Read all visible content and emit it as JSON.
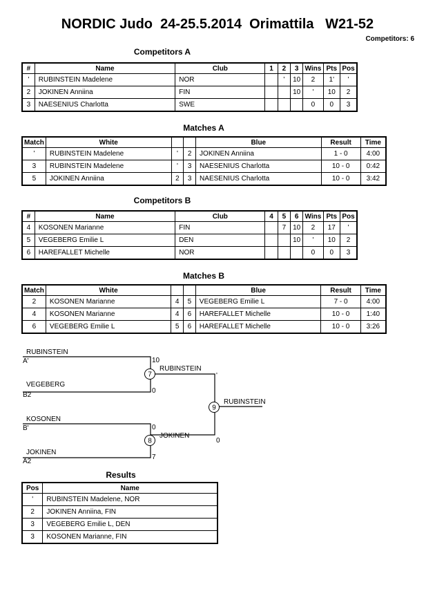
{
  "header": {
    "title": "NORDIC Judo  24-25.5.2014  Orimattila   W21-52",
    "competitors_count": "Competitors: 6"
  },
  "competitors_a": {
    "title": "Competitors A",
    "columns": [
      "#",
      "Name",
      "Club",
      "1",
      "2",
      "3",
      "Wins",
      "Pts",
      "Pos"
    ],
    "rows": [
      [
        "'",
        "RUBINSTEIN Madelene",
        "NOR",
        "",
        "'",
        "10",
        "2",
        "1'",
        "'"
      ],
      [
        "2",
        "JOKINEN Anniina",
        "FIN",
        "",
        "",
        "10",
        "'",
        "10",
        "2"
      ],
      [
        "3",
        "NAESENIUS Charlotta",
        "SWE",
        "",
        "",
        "",
        "0",
        "0",
        "3"
      ]
    ]
  },
  "matches_a": {
    "title": "Matches A",
    "columns": [
      "Match",
      "White",
      "",
      "",
      "Blue",
      "Result",
      "Time"
    ],
    "rows": [
      [
        "'",
        "RUBINSTEIN Madelene",
        "'",
        "2",
        "JOKINEN Anniina",
        "1 - 0",
        "4:00"
      ],
      [
        "3",
        "RUBINSTEIN Madelene",
        "'",
        "3",
        "NAESENIUS Charlotta",
        "10 - 0",
        "0:42"
      ],
      [
        "5",
        "JOKINEN Anniina",
        "2",
        "3",
        "NAESENIUS Charlotta",
        "10 - 0",
        "3:42"
      ]
    ]
  },
  "competitors_b": {
    "title": "Competitors B",
    "columns": [
      "#",
      "Name",
      "Club",
      "4",
      "5",
      "6",
      "Wins",
      "Pts",
      "Pos"
    ],
    "rows": [
      [
        "4",
        "KOSONEN Marianne",
        "FIN",
        "",
        "7",
        "10",
        "2",
        "17",
        "'"
      ],
      [
        "5",
        "VEGEBERG Emilie L",
        "DEN",
        "",
        "",
        "10",
        "'",
        "10",
        "2"
      ],
      [
        "6",
        "HAREFALLET Michelle",
        "NOR",
        "",
        "",
        "",
        "0",
        "0",
        "3"
      ]
    ]
  },
  "matches_b": {
    "title": "Matches B",
    "columns": [
      "Match",
      "White",
      "",
      "",
      "Blue",
      "Result",
      "Time"
    ],
    "rows": [
      [
        "2",
        "KOSONEN Marianne",
        "4",
        "5",
        "VEGEBERG Emilie L",
        "7 - 0",
        "4:00"
      ],
      [
        "4",
        "KOSONEN Marianne",
        "4",
        "6",
        "HAREFALLET Michelle",
        "10 - 0",
        "1:40"
      ],
      [
        "6",
        "VEGEBERG Emilie L",
        "5",
        "6",
        "HAREFALLET Michelle",
        "10 - 0",
        "3:26"
      ]
    ]
  },
  "bracket": {
    "sf1_top_name": "RUBINSTEIN",
    "sf1_top_seed": "A'",
    "sf1_top_score": "10",
    "sf1_bottom_name": "VEGEBERG",
    "sf1_bottom_seed": "B2",
    "sf1_bottom_score": "0",
    "sf1_match": "7",
    "sf1_winner": "RUBINSTEIN",
    "sf1_final_score": "'",
    "sf2_top_name": "KOSONEN",
    "sf2_top_seed": "B'",
    "sf2_top_score": "0",
    "sf2_bottom_name": "JOKINEN",
    "sf2_bottom_seed": "A2",
    "sf2_bottom_score": "7",
    "sf2_match": "8",
    "sf2_winner": "JOKINEN",
    "sf2_final_score": "0",
    "final_match": "9",
    "final_winner": "RUBINSTEIN"
  },
  "results": {
    "title": "Results",
    "columns": [
      "Pos",
      "Name"
    ],
    "rows": [
      [
        "'",
        "RUBINSTEIN Madelene, NOR"
      ],
      [
        "2",
        "JOKINEN Anniina, FIN"
      ],
      [
        "3",
        "VEGEBERG Emilie L, DEN"
      ],
      [
        "3",
        "KOSONEN Marianne, FIN"
      ]
    ]
  }
}
